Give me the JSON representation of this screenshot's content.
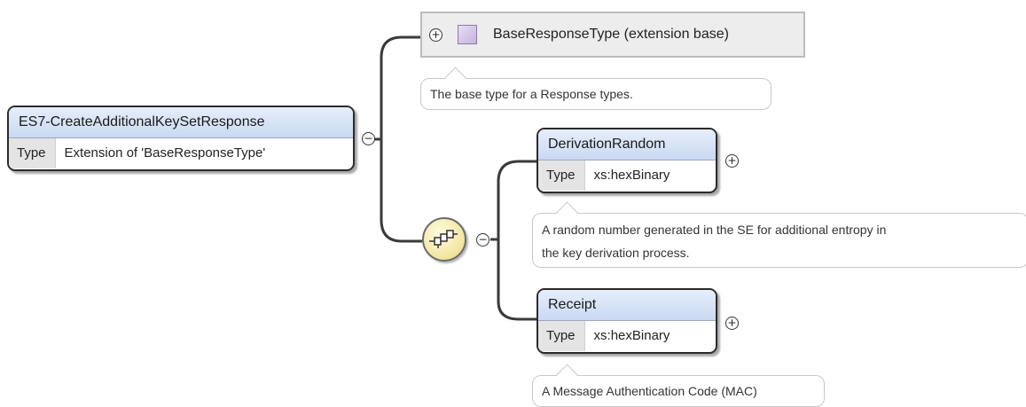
{
  "base_type": {
    "label": "BaseResponseType (extension base)",
    "annotation": "The base type for a Response types."
  },
  "root_element": {
    "name": "ES7-CreateAdditionalKeySetResponse",
    "type_key": "Type",
    "type_value": "Extension of 'BaseResponseType'"
  },
  "children": [
    {
      "name": "DerivationRandom",
      "type_key": "Type",
      "type_value": "xs:hexBinary",
      "annotation_line1": "A random number generated in the SE for additional entropy in",
      "annotation_line2": "the key derivation process."
    },
    {
      "name": "Receipt",
      "type_key": "Type",
      "type_value": "xs:hexBinary",
      "annotation_line1": "A Message Authentication Code (MAC)"
    }
  ],
  "toggles": {
    "expand": "+",
    "collapse": "−"
  },
  "icons": {
    "swatch": "complex-type-swatch-icon",
    "compositor": "sequence-compositor-icon"
  },
  "colors": {
    "header_gradient_top": "#e6eefb",
    "header_gradient_bottom": "#c9d9f2",
    "compositor_fill": "#f1e59e",
    "swatch_fill": "#c6b2e0"
  }
}
